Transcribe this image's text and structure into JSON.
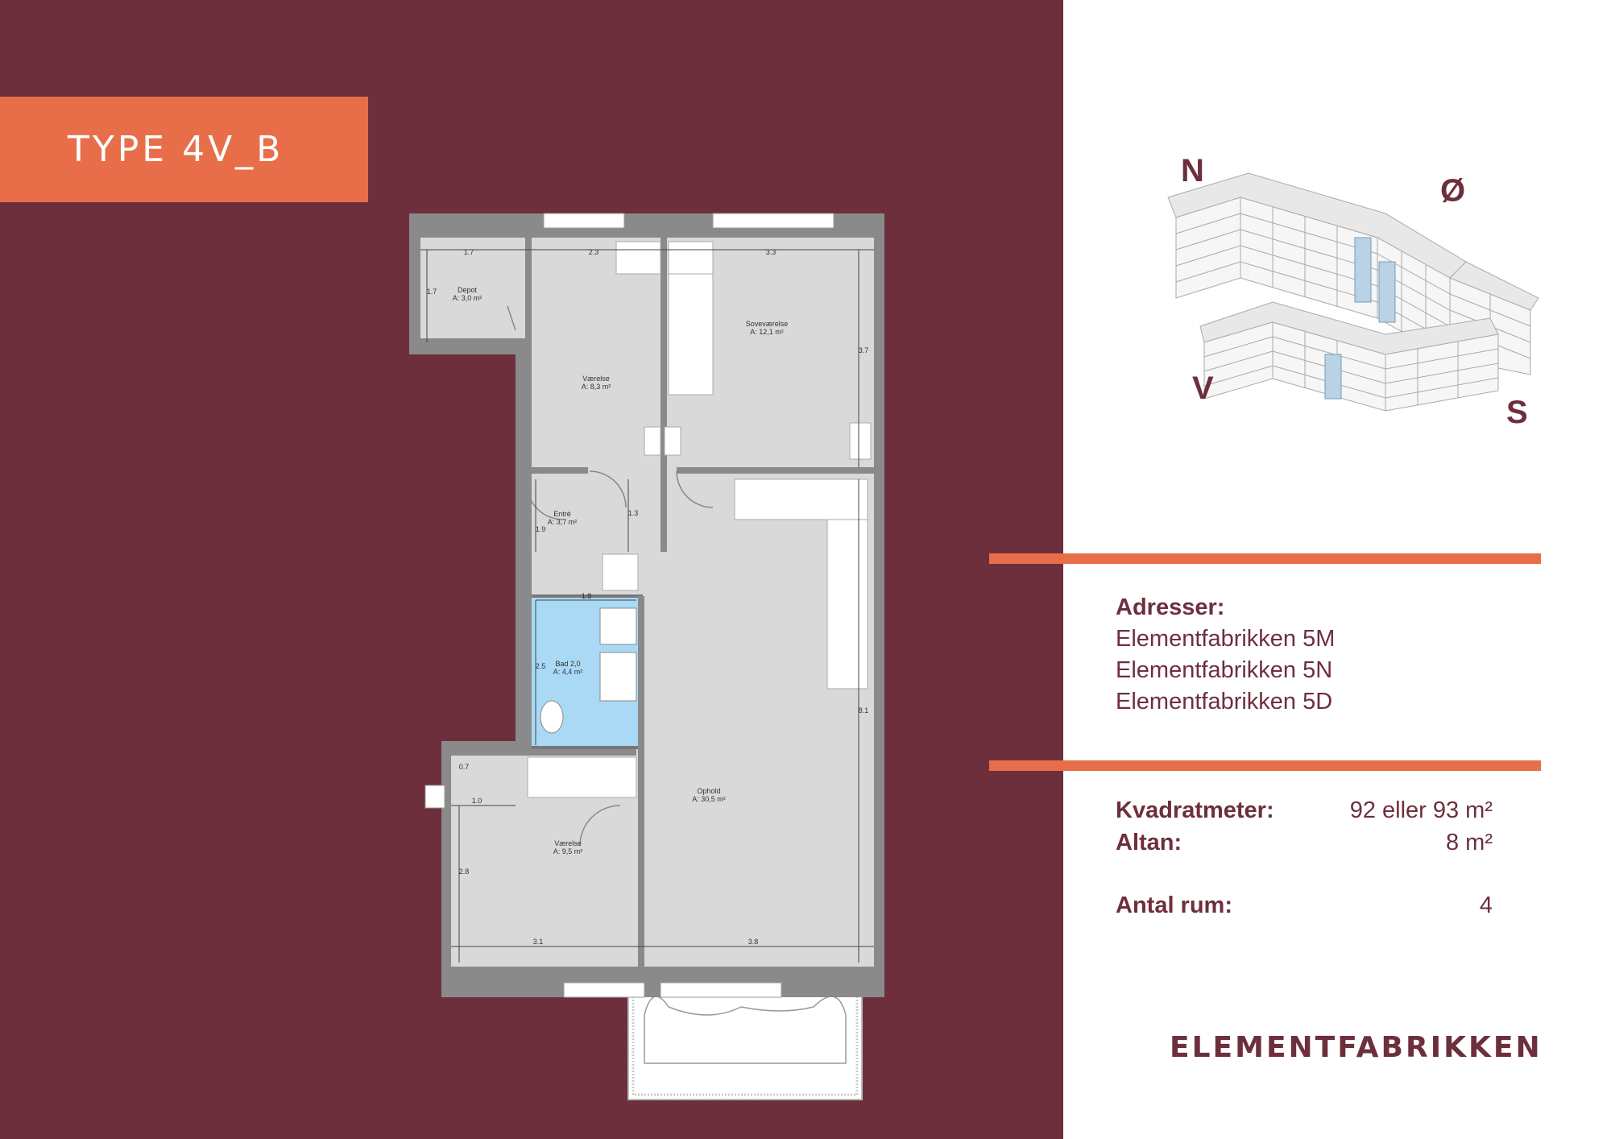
{
  "banner": {
    "title": "TYPE 4V_B"
  },
  "compass": {
    "n": "N",
    "o": "Ø",
    "v": "V",
    "s": "S"
  },
  "plan": {
    "rooms": {
      "depot": {
        "name": "Depot",
        "area": "A: 3,0 m²"
      },
      "vaerelse1": {
        "name": "Værelse",
        "area": "A: 8,3 m²"
      },
      "sovevaerelse": {
        "name": "Soveværelse",
        "area": "A: 12,1 m²"
      },
      "entre": {
        "name": "Entré",
        "area": "A: 3,7 m²"
      },
      "bad": {
        "name": "Bad 2,0",
        "area": "A: 4,4 m²"
      },
      "ophold": {
        "name": "Ophold",
        "area": "A: 30,5 m²"
      },
      "vaerelse2": {
        "name": "Værelse",
        "area": "A: 9,5 m²"
      }
    },
    "dims": {
      "d1": "1.7",
      "d2": "2.3",
      "d3": "3.3",
      "d4": "1.7",
      "d5": "3.7",
      "d6": "1.3",
      "d7": "1.9",
      "d8": "1.8",
      "d9": "2.5",
      "d10": "8.1",
      "d11": "0.7",
      "d12": "1.0",
      "d13": "2.8",
      "d14": "3.1",
      "d15": "3.8"
    }
  },
  "info": {
    "addresses_label": "Adresser:",
    "addresses": [
      "Elementfabrikken 5M",
      "Elementfabrikken 5N",
      "Elementfabrikken 5D"
    ],
    "sqm_label": "Kvadratmeter:",
    "sqm_value": "92 eller 93 m²",
    "altan_label": "Altan:",
    "altan_value": "8 m²",
    "rooms_label": "Antal rum:",
    "rooms_value": "4"
  },
  "brand": "ELEMENTFABRIKKEN",
  "colors": {
    "burgundy": "#6e2f3d",
    "orange": "#e86e4a",
    "bath": "#a9d9f5"
  }
}
